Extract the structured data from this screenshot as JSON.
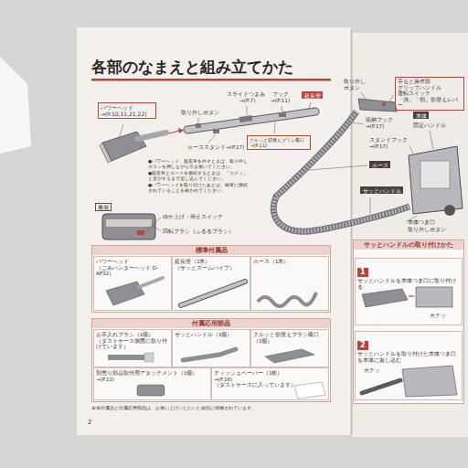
{
  "diagram": {
    "title": "各部のなまえと組み立てかた",
    "nodes": [
      {
        "text": [
          "パワーヘッド",
          "→(P.10,11,21,22)"
        ]
      },
      {
        "text": [
          "延長管"
        ]
      },
      {
        "text": [
          "クルッと切替えブラシ吸口",
          "→(P.11)"
        ]
      },
      {
        "text": [
          "裏側"
        ]
      },
      {
        "text": [
          "標準付属品"
        ]
      },
      {
        "text": [
          "パワーヘッド",
          "（ごみハンターヘッド D-AP32）"
        ],
        "in": 4
      },
      {
        "text": [
          "延長管（1本）",
          "（サッとズームパイプ）"
        ],
        "in": 4
      },
      {
        "text": [
          "ホース（1本）"
        ],
        "in": 4
      },
      {
        "text": [
          "付属応用部品"
        ]
      },
      {
        "text": [
          "お手入れブラシ（1個）",
          "（ダストケース側面に取り付けています）"
        ],
        "in": 8
      },
      {
        "text": [
          "サッとハンドル（1個）"
        ],
        "in": 8
      },
      {
        "text": [
          "クルッと切替えブラシ吸口（1個）"
        ],
        "in": 8
      },
      {
        "text": [
          "別売り部品取付用アタッチメント（1個）",
          "→(P.12)"
        ],
        "in": 8
      },
      {
        "text": [
          "ティッシュペーパー（1枚）",
          "→(P.16)",
          "（ダストケースに入っています）"
        ],
        "in": 8
      },
      {
        "text": [
          "手もと操作部",
          "グリップハンドル",
          "運転スイッチ",
          "「強」「弱」切替えレバー"
        ]
      },
      {
        "text": [
          "本体"
        ]
      },
      {
        "text": [
          "ホース"
        ]
      },
      {
        "text": [
          "サッとハンドル"
        ]
      },
      {
        "text": [
          "サッとハンドルの取り付けかた"
        ]
      },
      {
        "text": [
          "1",
          "サッとハンドルを本体つぎ口に取り付ける"
        ],
        "in": 18
      },
      {
        "text": [
          "2",
          "サッとハンドルを取り付けた本体つぎ口を本体に差し込む"
        ],
        "in": 18
      }
    ],
    "labels": [
      "スライドつまみ",
      "→(P.7)",
      "フック",
      "→(P.11)",
      "取り外しボタン",
      "ホーススタンド→(P.17)",
      "●パワーヘッド、延長管を外すときは、取り外しボタンを押しながら引き抜いてください。",
      "●延長管とホースを接続するときは、「カチッ」と音がするまで差し込んでください。",
      "●パワーヘッドを取り付けたあとは、確実に接続されていることを確かめてください。",
      "ゆか上げ・停止スイッチ",
      "回転ブラシ（ふるるブラシ）",
      "本体付属品と付属応用部品は、お買い上げいただいた製品に同梱されています。",
      "2",
      "取り外しボタン",
      "固定ハンドル",
      "収納フック→(P.17)",
      "スタンドフック→(P.17)",
      "本体つぎ口",
      "取り外しボタン",
      "カチッ",
      "カチッ"
    ]
  }
}
